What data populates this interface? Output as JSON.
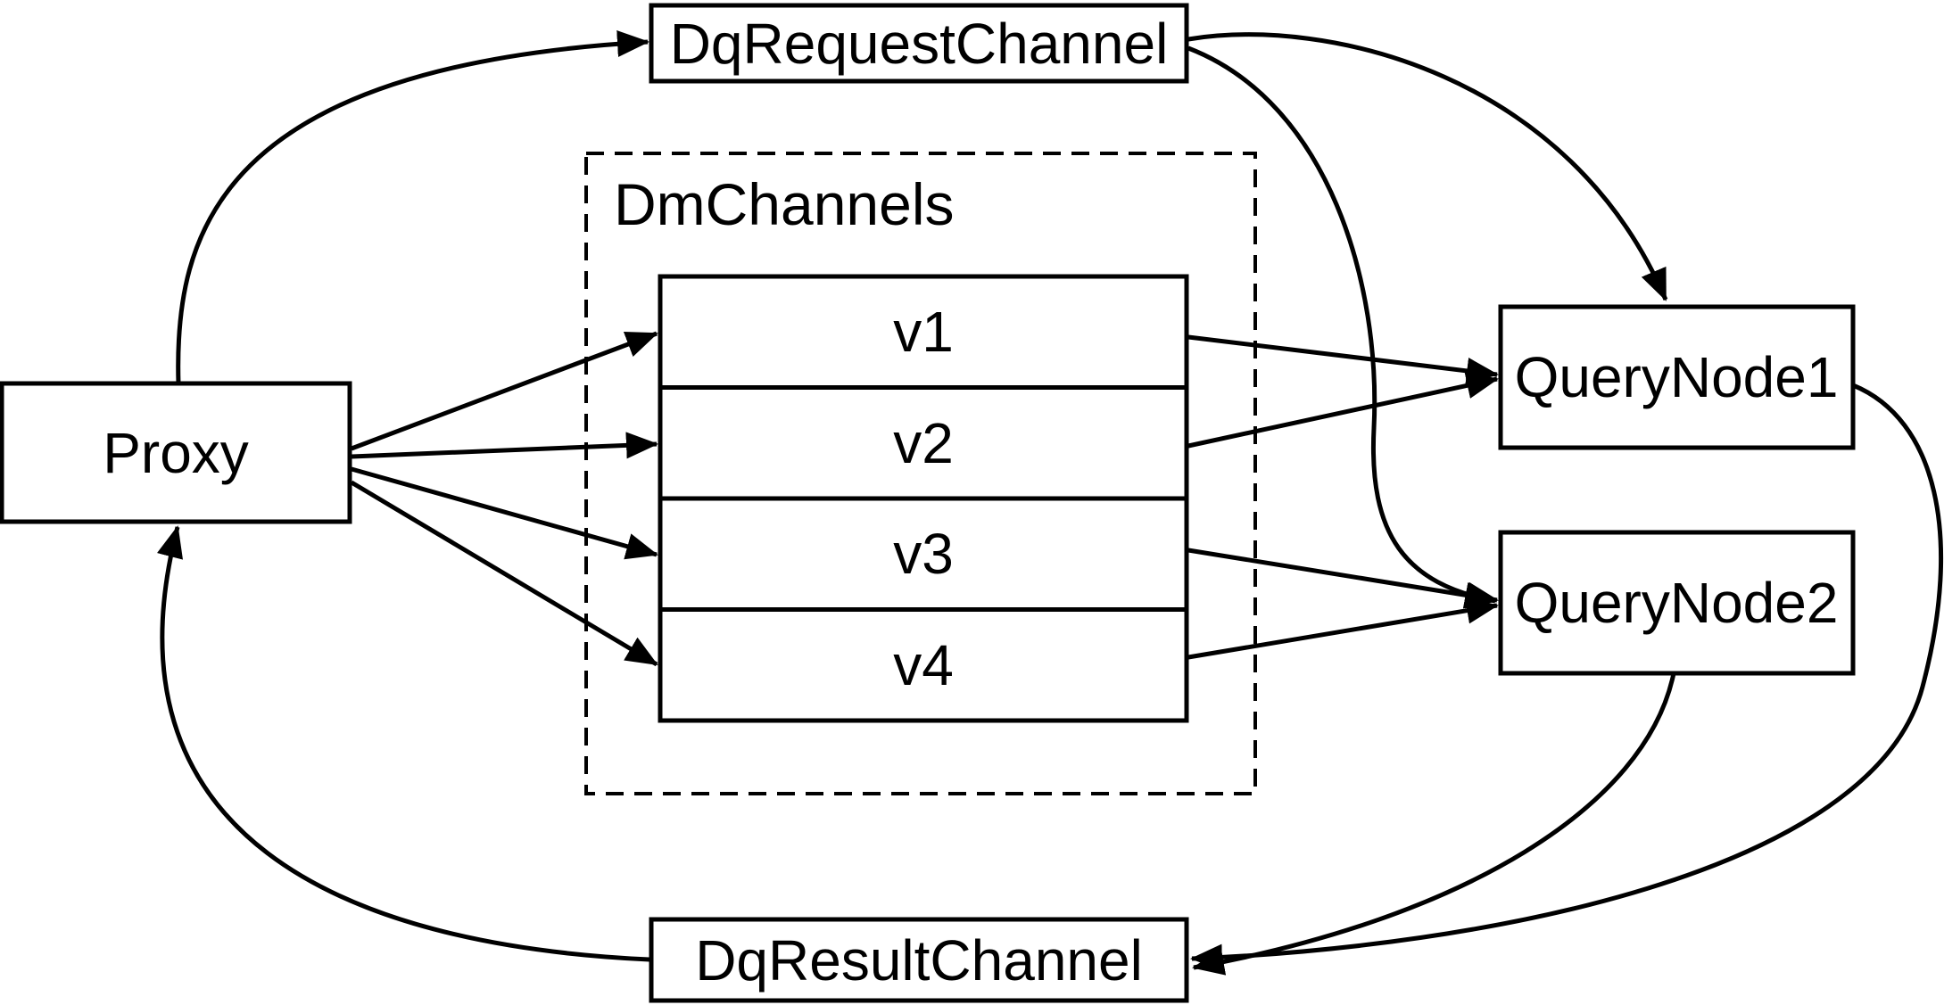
{
  "diagram": {
    "colors": {
      "background": "#ffffff",
      "stroke": "#000000",
      "text": "#000000"
    },
    "nodes": {
      "proxy": {
        "label": "Proxy"
      },
      "dq_request_channel": {
        "label": "DqRequestChannel"
      },
      "dm_channels": {
        "label": "DmChannels",
        "channels": [
          "v1",
          "v2",
          "v3",
          "v4"
        ]
      },
      "query_node_1": {
        "label": "QueryNode1"
      },
      "query_node_2": {
        "label": "QueryNode2"
      },
      "dq_result_channel": {
        "label": "DqResultChannel"
      }
    }
  }
}
